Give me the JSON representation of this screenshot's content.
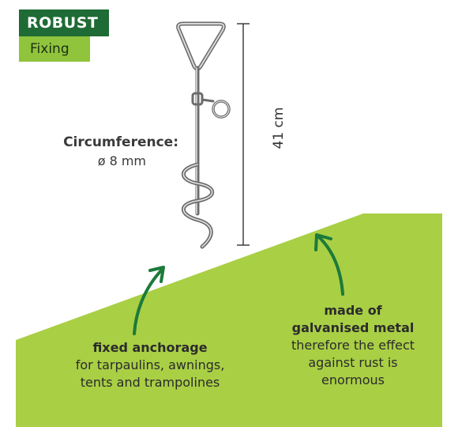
{
  "badge": {
    "top": "ROBUST",
    "bottom": "Fixing"
  },
  "circumference": {
    "label": "Circumference:",
    "value": "ø 8 mm"
  },
  "dimension": {
    "length": "41 cm"
  },
  "callouts": {
    "left": {
      "title": "fixed anchorage",
      "line1": "for tarpaulins, awnings,",
      "line2": "tents and trampolines"
    },
    "right": {
      "title1": "made of",
      "title2": "galvanised metal",
      "line1": "therefore the effect",
      "line2": "against rust is",
      "line3": "enormous"
    }
  },
  "colors": {
    "brand_dark_green": "#1f6b35",
    "accent_lime": "#a9cf45",
    "arrow_green": "#1c7a3a",
    "text": "#2b2b2b"
  },
  "icons": {
    "product": "ground-anchor-spiral-peg-icon",
    "arrows": "curved-arrow-icon"
  }
}
